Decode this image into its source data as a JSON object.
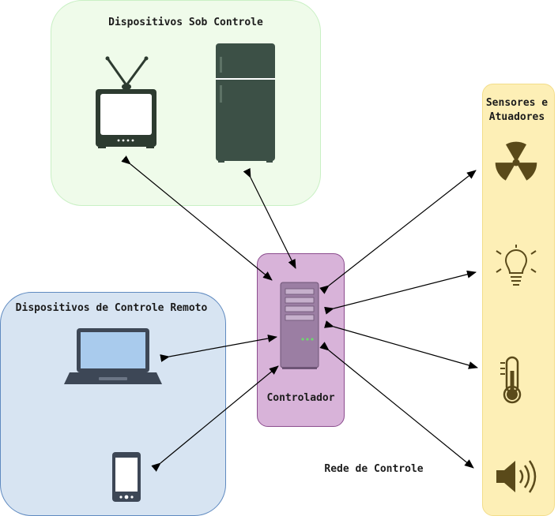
{
  "groups": {
    "controlled_devices": "Dispositivos Sob Controle",
    "remote_devices": "Dispositivos de Controle Remoto",
    "controller": "Controlador",
    "sensors": "Sensores e\nAtuadores"
  },
  "network_label": "Rede de Controle",
  "icons": {
    "tv": "tv-icon",
    "fridge": "refrigerator-icon",
    "laptop": "laptop-icon",
    "phone": "smartphone-icon",
    "server": "server-tower-icon",
    "radiation": "radiation-icon",
    "bulb": "light-bulb-icon",
    "thermometer": "thermometer-icon",
    "speaker": "speaker-icon"
  },
  "colors": {
    "controlled_bg": "#effbea",
    "remote_bg": "#d7e4f2",
    "controller_bg": "#d8b3d9",
    "sensors_bg": "#fdefb6",
    "icon_dark": "#2d3b30",
    "sensor_icon": "#5a4a1a"
  }
}
